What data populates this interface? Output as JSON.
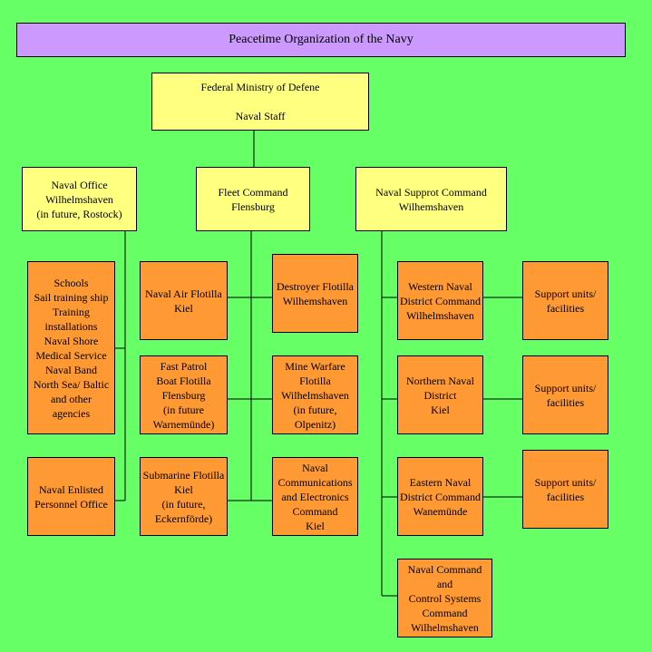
{
  "title": "Peacetime Organization of the Navy",
  "top": "Federal Ministry of Defene\n\nNaval Staff",
  "level2": {
    "naval_office": "Naval Office\nWilhelmshaven\n(in future, Rostock)",
    "fleet_command": "Fleet Command\nFlensburg",
    "support_command": "Naval Supprot Command\nWilhemshaven"
  },
  "naval_office_units": {
    "schools": "Schools\nSail training ship\nTraining\ninstallations\nNaval Shore\nMedical Service\nNaval Band\nNorth Sea/ Baltic\nand other\nagencies",
    "enlisted": "Naval Enlisted\nPersonnel Office"
  },
  "fleet_units": {
    "air": "Naval Air Flotilla\nKiel",
    "fast_patrol": "Fast Patrol\nBoat Flotilla\nFlensburg\n(in future\nWarnemünde)",
    "submarine": "Submarine Flotilla\nKiel\n(in future,\nEckernförde)",
    "destroyer": "Destroyer Flotilla\nWilhemshaven",
    "mine": "Mine Warfare\nFlotilla\nWilhelmshaven\n(in future,\nOlpenitz)",
    "comms": "Naval\nCommunications\nand Electronics\nCommand\nKiel"
  },
  "support_units": {
    "western": "Western Naval\nDistrict Command\nWilhelmshaven",
    "northern": "Northern Naval\nDistrict\nKiel",
    "eastern": "Eastern Naval\nDistrict Command\nWanemünde",
    "c2": "Naval Command and\nControl Systems\nCommand\nWilhelmshaven",
    "support1": "Support units/\nfacilities",
    "support2": "Support units/\nfacilities",
    "support3": "Support units/\nfacilities"
  }
}
